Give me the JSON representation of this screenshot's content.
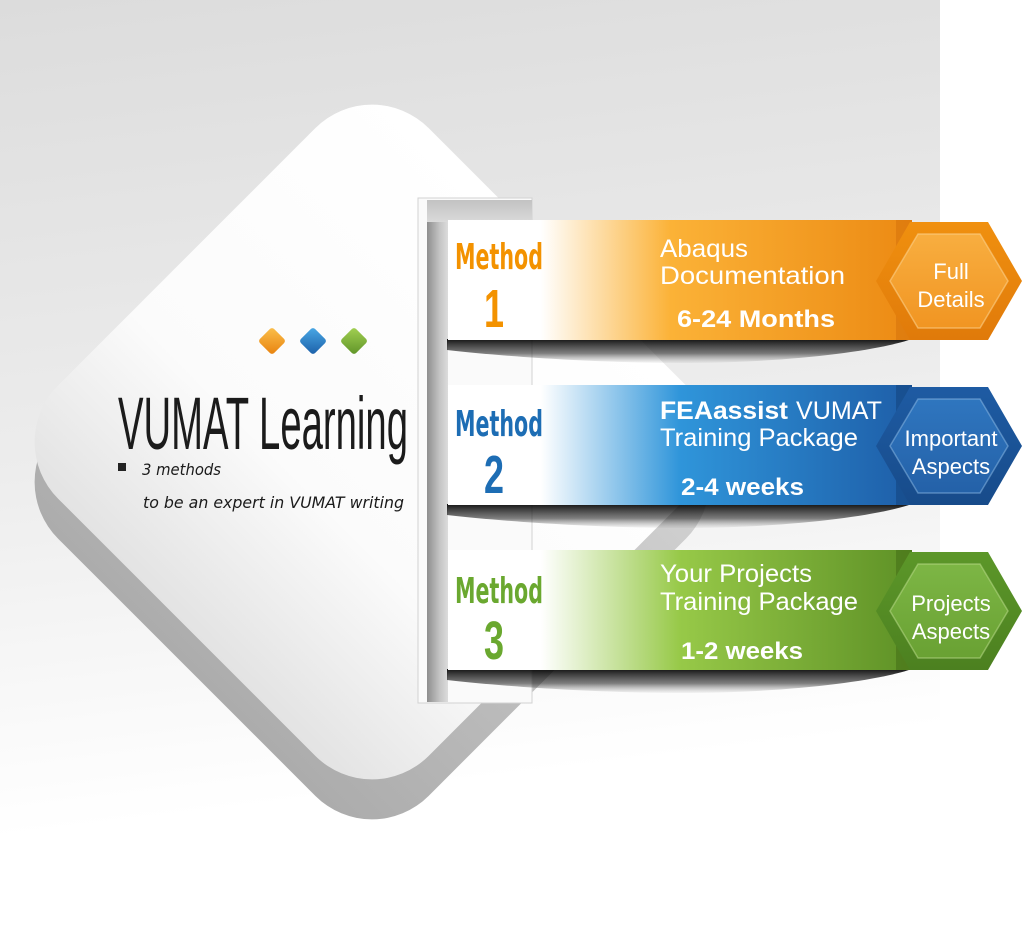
{
  "title": "VUMAT Learning",
  "bullet": {
    "line1": "3 methods",
    "line2": "to be an expert in VUMAT writing"
  },
  "decor_icons": [
    "orange-diamond-icon",
    "blue-diamond-icon",
    "green-diamond-icon"
  ],
  "methods": [
    {
      "label": "Method",
      "number": "1",
      "line1": "Abaqus",
      "line2": "Documentation",
      "duration": "6-24 Months",
      "badge": [
        "Full",
        "Details"
      ],
      "color": "#f39200"
    },
    {
      "label": "Method",
      "number": "2",
      "brand": "FEAassist",
      "line1": "VUMAT",
      "line2": "Training Package",
      "duration": "2-4 weeks",
      "badge": [
        "Important",
        "Aspects"
      ],
      "color": "#1d6db4"
    },
    {
      "label": "Method",
      "number": "3",
      "line1": "Your Projects",
      "line2": "Training Package",
      "duration": "1-2 weeks",
      "badge": [
        "Projects",
        "Aspects"
      ],
      "color": "#6aa82f"
    }
  ]
}
